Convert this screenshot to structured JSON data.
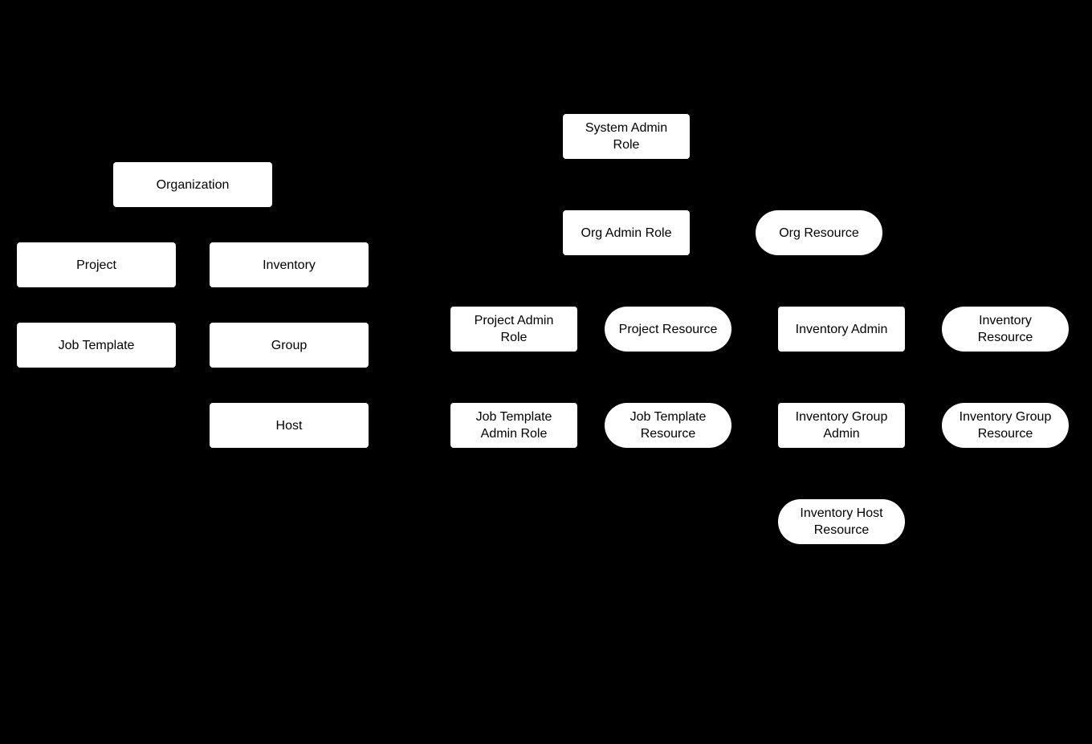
{
  "diagram": {
    "background_color": "#000000",
    "node_fill_color": "#ffffff",
    "node_text_color": "#000000",
    "nodes": [
      {
        "id": "organization",
        "label": "Organization",
        "shape": "rect"
      },
      {
        "id": "project",
        "label": "Project",
        "shape": "rect"
      },
      {
        "id": "inventory",
        "label": "Inventory",
        "shape": "rect"
      },
      {
        "id": "job-template",
        "label": "Job Template",
        "shape": "rect"
      },
      {
        "id": "group",
        "label": "Group",
        "shape": "rect"
      },
      {
        "id": "host",
        "label": "Host",
        "shape": "rect"
      },
      {
        "id": "system-admin-role",
        "label": "System Admin\nRole",
        "shape": "rect"
      },
      {
        "id": "org-admin-role",
        "label": "Org Admin Role",
        "shape": "rect"
      },
      {
        "id": "org-resource",
        "label": "Org Resource",
        "shape": "stadium"
      },
      {
        "id": "project-admin-role",
        "label": "Project Admin\nRole",
        "shape": "rect"
      },
      {
        "id": "project-resource",
        "label": "Project Resource",
        "shape": "stadium"
      },
      {
        "id": "inventory-admin",
        "label": "Inventory Admin",
        "shape": "rect"
      },
      {
        "id": "inventory-resource",
        "label": "Inventory\nResource",
        "shape": "stadium"
      },
      {
        "id": "job-template-admin-role",
        "label": "Job Template\nAdmin Role",
        "shape": "rect"
      },
      {
        "id": "job-template-resource",
        "label": "Job Template\nResource",
        "shape": "stadium"
      },
      {
        "id": "inventory-group-admin",
        "label": "Inventory Group\nAdmin",
        "shape": "rect"
      },
      {
        "id": "inventory-group-resource",
        "label": "Inventory Group\nResource",
        "shape": "stadium"
      },
      {
        "id": "inventory-host-resource",
        "label": "Inventory Host\nResource",
        "shape": "stadium"
      }
    ]
  }
}
